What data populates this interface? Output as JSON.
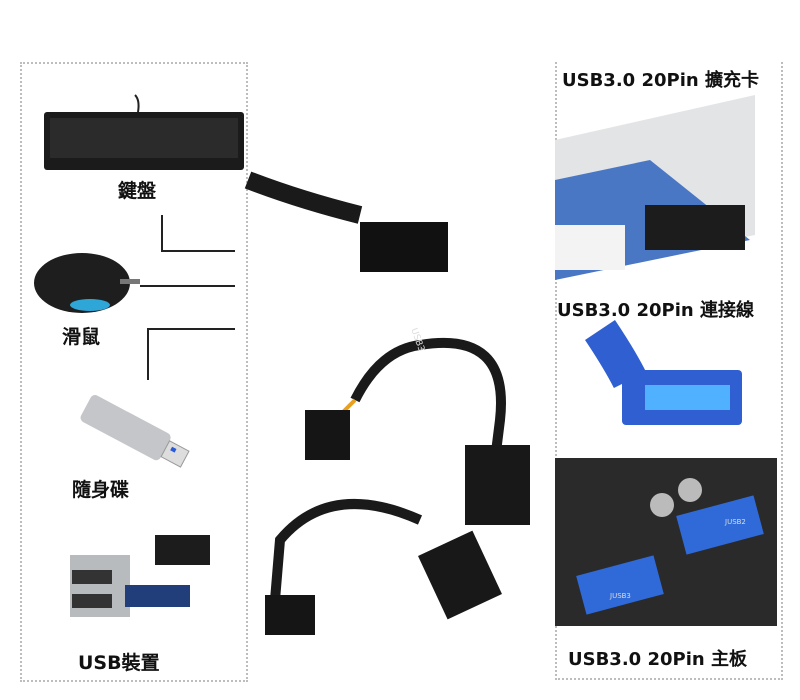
{
  "left_devices": [
    {
      "label": "鍵盤",
      "icon": "keyboard-icon"
    },
    {
      "label": "滑鼠",
      "icon": "mouse-icon"
    },
    {
      "label": "隨身碟",
      "icon": "usb-flash-drive-icon"
    },
    {
      "label": "USB裝置",
      "icon": "usb-device-icon"
    }
  ],
  "right_items": [
    {
      "label": "USB3.0 20Pin 擴充卡",
      "icon": "expansion-card-icon"
    },
    {
      "label": "USB3.0 20Pin 連接線",
      "icon": "blue-connector-icon"
    },
    {
      "label": "USB3.0 20Pin 主板",
      "icon": "motherboard-icon"
    }
  ],
  "cable_printing": [
    "USB3",
    "JUSB2",
    "JUSB3"
  ],
  "colors": {
    "blue_pcb": "#3a6fc4",
    "connector_blue": "#2f5fd0",
    "cable": "#1a1a1a"
  }
}
